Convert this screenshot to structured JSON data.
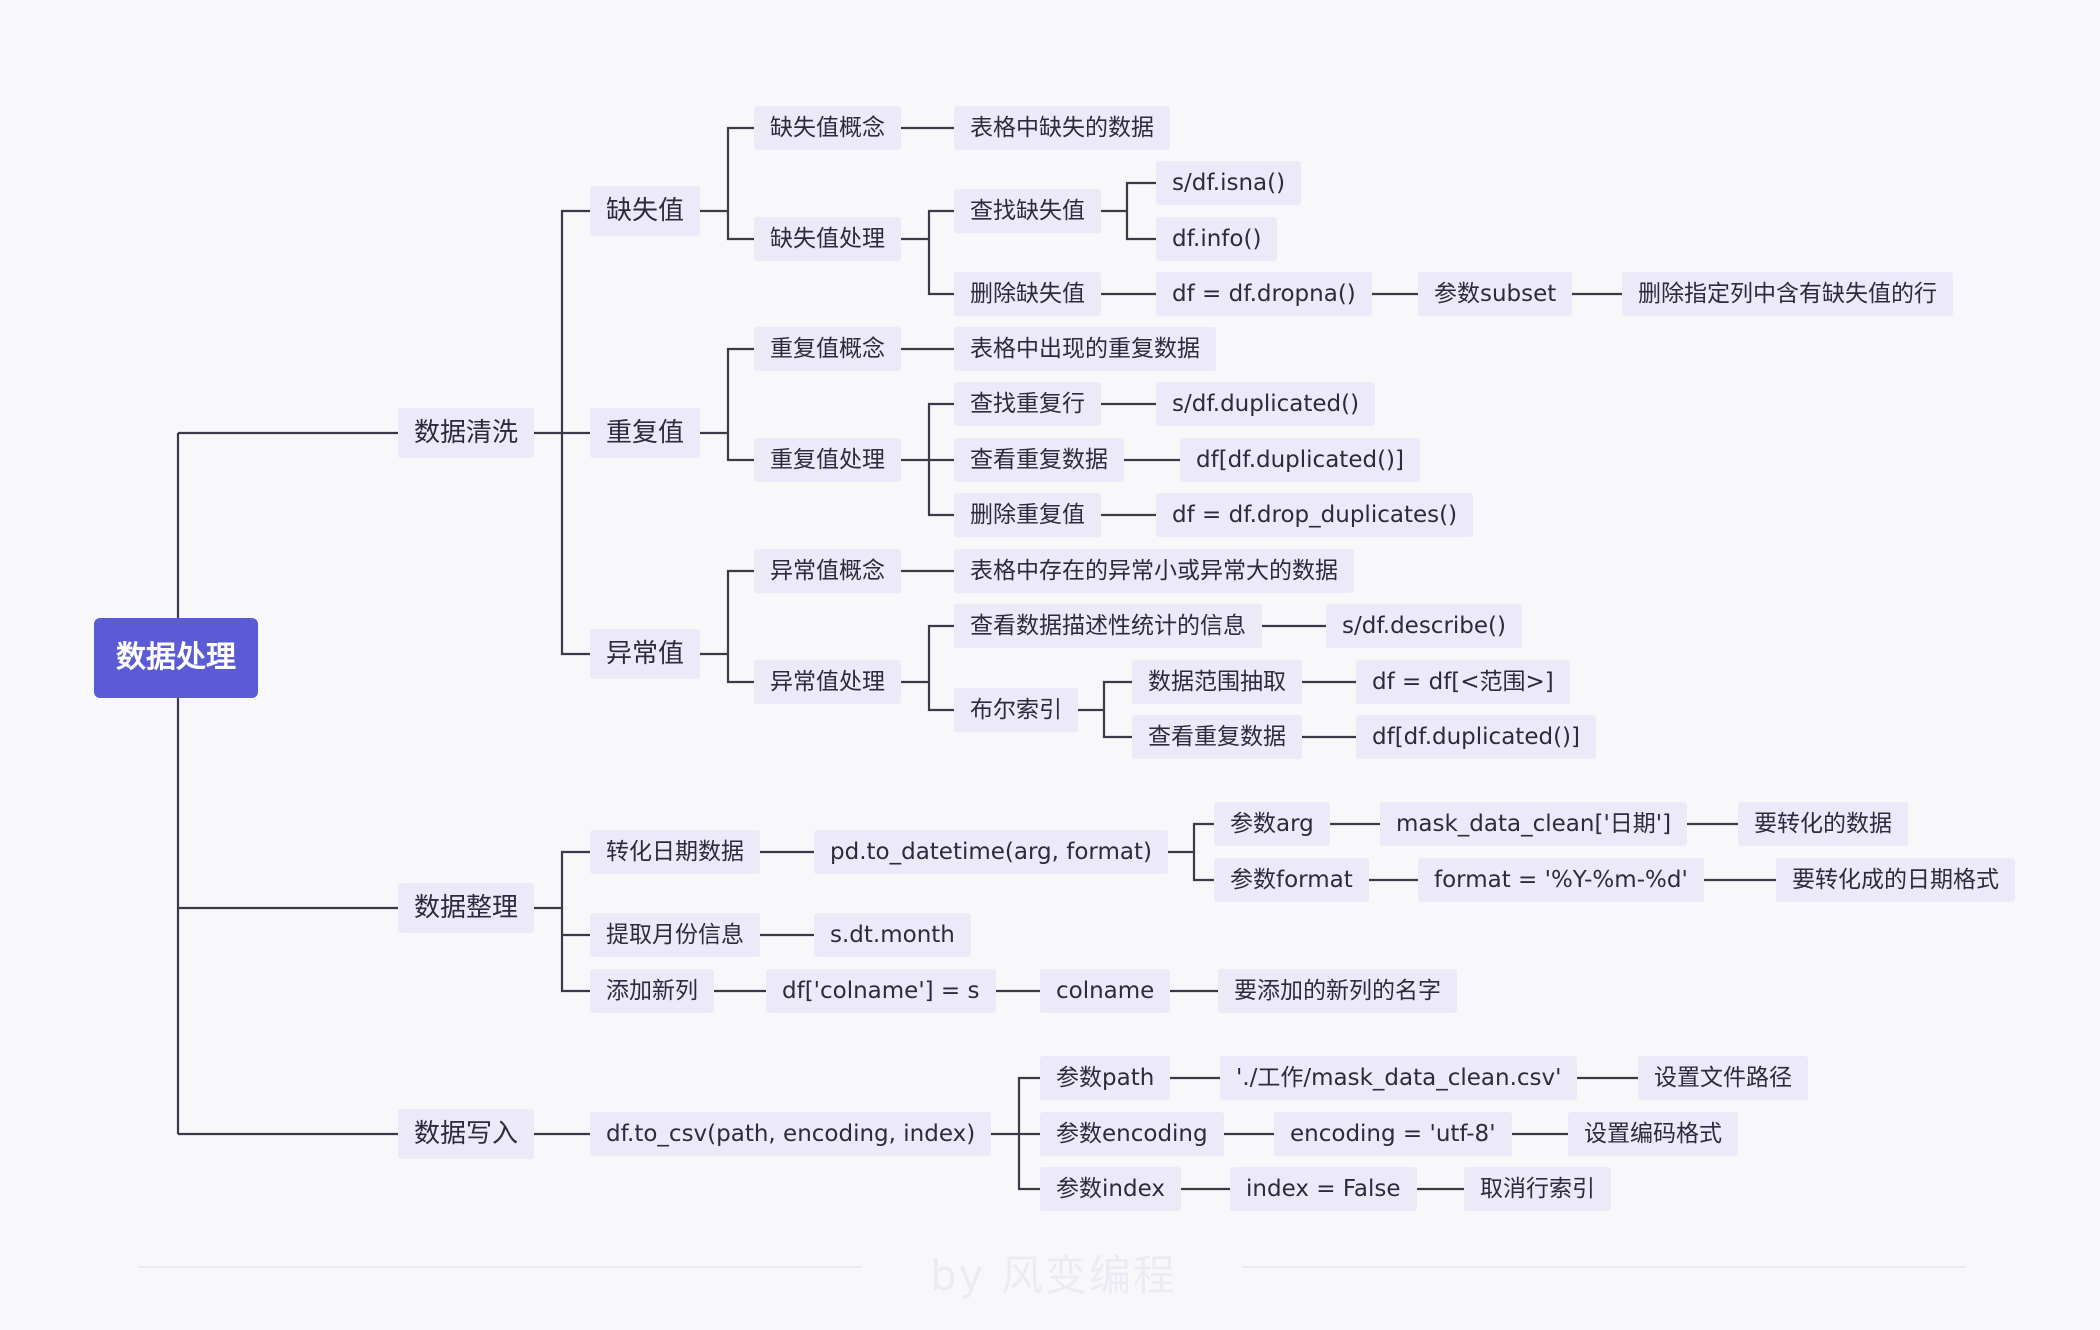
{
  "mindmap": {
    "root": "数据处理",
    "branches": [
      {
        "label": "数据清洗",
        "children": [
          {
            "label": "缺失值",
            "children": [
              {
                "label": "缺失值概念",
                "children": [
                  {
                    "label": "表格中缺失的数据"
                  }
                ]
              },
              {
                "label": "缺失值处理",
                "children": [
                  {
                    "label": "查找缺失值",
                    "children": [
                      {
                        "label": "s/df.isna()"
                      },
                      {
                        "label": "df.info()"
                      }
                    ]
                  },
                  {
                    "label": "删除缺失值",
                    "children": [
                      {
                        "label": "df = df.dropna()",
                        "children": [
                          {
                            "label": "参数subset",
                            "children": [
                              {
                                "label": "删除指定列中含有缺失值的行"
                              }
                            ]
                          }
                        ]
                      }
                    ]
                  }
                ]
              }
            ]
          },
          {
            "label": "重复值",
            "children": [
              {
                "label": "重复值概念",
                "children": [
                  {
                    "label": "表格中出现的重复数据"
                  }
                ]
              },
              {
                "label": "重复值处理",
                "children": [
                  {
                    "label": "查找重复行",
                    "children": [
                      {
                        "label": "s/df.duplicated()"
                      }
                    ]
                  },
                  {
                    "label": "查看重复数据",
                    "children": [
                      {
                        "label": "df[df.duplicated()]"
                      }
                    ]
                  },
                  {
                    "label": "删除重复值",
                    "children": [
                      {
                        "label": "df = df.drop_duplicates()"
                      }
                    ]
                  }
                ]
              }
            ]
          },
          {
            "label": "异常值",
            "children": [
              {
                "label": "异常值概念",
                "children": [
                  {
                    "label": "表格中存在的异常小或异常大的数据"
                  }
                ]
              },
              {
                "label": "异常值处理",
                "children": [
                  {
                    "label": "查看数据描述性统计的信息",
                    "children": [
                      {
                        "label": "s/df.describe()"
                      }
                    ]
                  },
                  {
                    "label": "布尔索引",
                    "children": [
                      {
                        "label": "数据范围抽取",
                        "children": [
                          {
                            "label": "df = df[<范围>]"
                          }
                        ]
                      },
                      {
                        "label": "查看重复数据",
                        "children": [
                          {
                            "label": "df[df.duplicated()]"
                          }
                        ]
                      }
                    ]
                  }
                ]
              }
            ]
          }
        ]
      },
      {
        "label": "数据整理",
        "children": [
          {
            "label": "转化日期数据",
            "children": [
              {
                "label": "pd.to_datetime(arg, format)",
                "children": [
                  {
                    "label": "参数arg",
                    "children": [
                      {
                        "label": "mask_data_clean['日期']",
                        "children": [
                          {
                            "label": "要转化的数据"
                          }
                        ]
                      }
                    ]
                  },
                  {
                    "label": "参数format",
                    "children": [
                      {
                        "label": "format = '%Y-%m-%d'",
                        "children": [
                          {
                            "label": "要转化成的日期格式"
                          }
                        ]
                      }
                    ]
                  }
                ]
              }
            ]
          },
          {
            "label": "提取月份信息",
            "children": [
              {
                "label": "s.dt.month"
              }
            ]
          },
          {
            "label": "添加新列",
            "children": [
              {
                "label": "df['colname'] = s",
                "children": [
                  {
                    "label": "colname",
                    "children": [
                      {
                        "label": "要添加的新列的名字"
                      }
                    ]
                  }
                ]
              }
            ]
          }
        ]
      },
      {
        "label": "数据写入",
        "children": [
          {
            "label": "df.to_csv(path, encoding, index)",
            "children": [
              {
                "label": "参数path",
                "children": [
                  {
                    "label": "'./工作/mask_data_clean.csv'",
                    "children": [
                      {
                        "label": "设置文件路径"
                      }
                    ]
                  }
                ]
              },
              {
                "label": "参数encoding",
                "children": [
                  {
                    "label": "encoding = 'utf-8'",
                    "children": [
                      {
                        "label": "设置编码格式"
                      }
                    ]
                  }
                ]
              },
              {
                "label": "参数index",
                "children": [
                  {
                    "label": "index = False",
                    "children": [
                      {
                        "label": "取消行索引"
                      }
                    ]
                  }
                ]
              }
            ]
          }
        ]
      }
    ]
  },
  "watermark": "by 风变编程",
  "colors": {
    "root_fill": "#5b5bd6",
    "node_fill": "#eceaf8",
    "line": "#3a3a48",
    "background": "#f8f8fb"
  }
}
